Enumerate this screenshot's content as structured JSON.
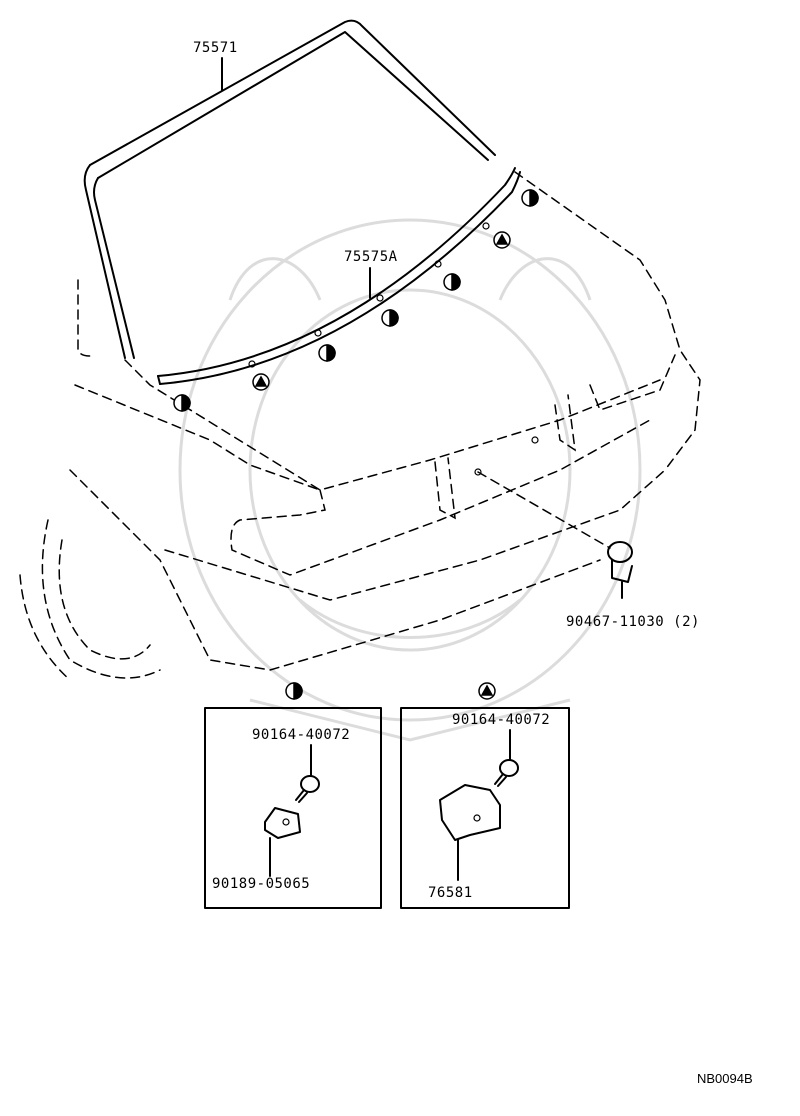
{
  "labels": {
    "windshield_molding": "75571",
    "cowl_molding": "75575A",
    "clip_top": "90467-11030 (2)",
    "screw_half": "90164-40072",
    "nut_half": "90189-05065",
    "screw_tri": "90164-40072",
    "clip_tri": "76581"
  },
  "footer": {
    "code": "NB0094B"
  }
}
